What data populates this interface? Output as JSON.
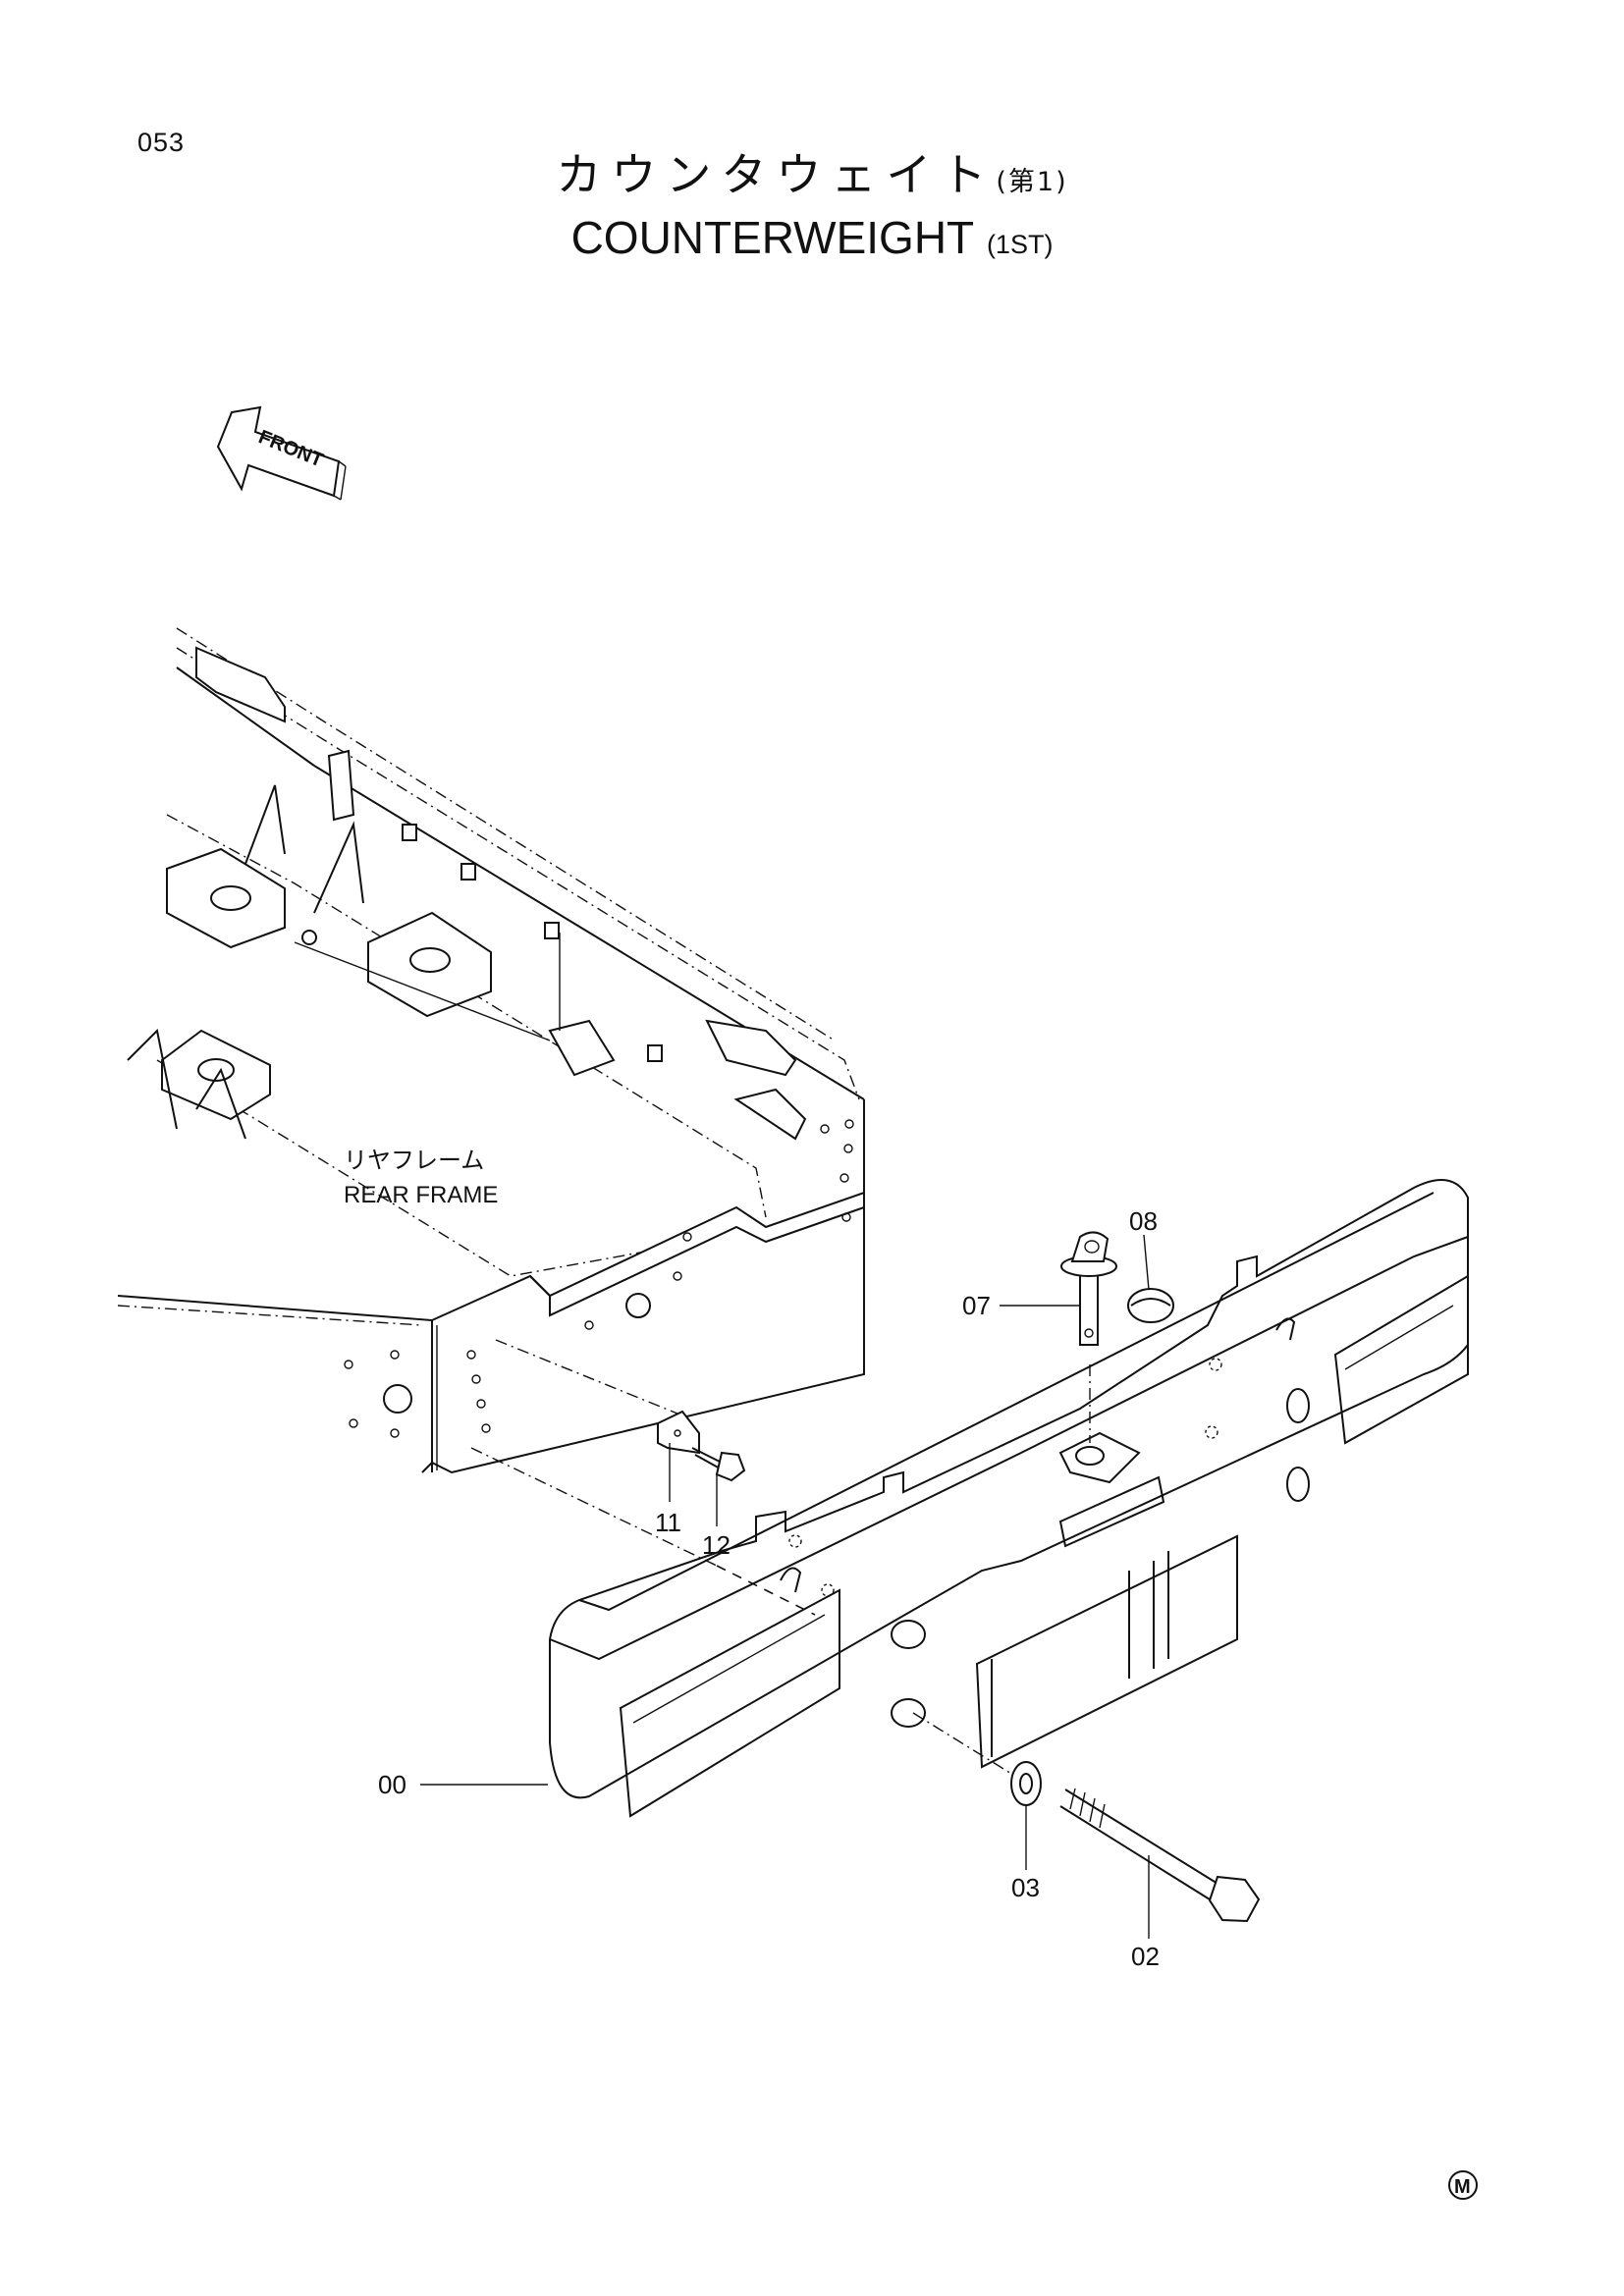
{
  "page_number": "053",
  "title_jp": "カウンタウェイト",
  "title_jp_suffix": "(第1)",
  "title_en": "COUNTERWEIGHT",
  "title_en_suffix": "(1ST)",
  "front_label": "FRONT",
  "rear_frame_jp": "リヤフレーム",
  "rear_frame_en": "REAR FRAME",
  "callouts": {
    "c00": "00",
    "c02": "02",
    "c03": "03",
    "c07": "07",
    "c08": "08",
    "c11": "11",
    "c12": "12"
  },
  "mark": "M"
}
